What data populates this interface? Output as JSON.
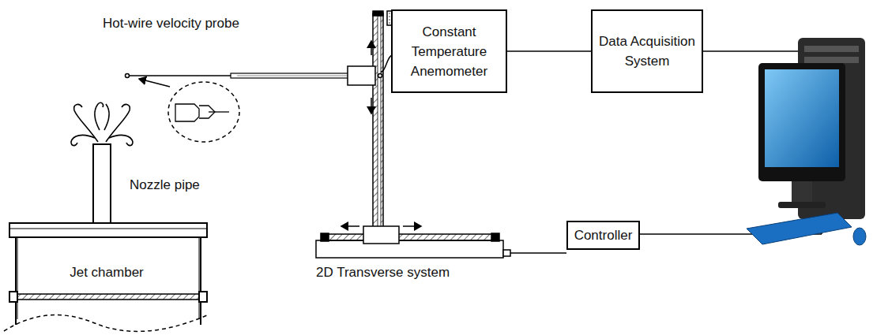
{
  "diagram": {
    "nodes": [
      {
        "text": [
          "Constant Temperature Anemometer"
        ]
      },
      {
        "text": [
          "Data Acquisition System"
        ]
      },
      {
        "text": [
          "Controller"
        ]
      },
      {
        "text": [
          "Jet chamber"
        ]
      }
    ],
    "edges": [
      {
        "from": 0,
        "to": 1,
        "arrow": "none"
      }
    ],
    "labels": [
      "Hot-wire velocity probe",
      "Nozzle pipe",
      "2D Transverse system"
    ]
  }
}
